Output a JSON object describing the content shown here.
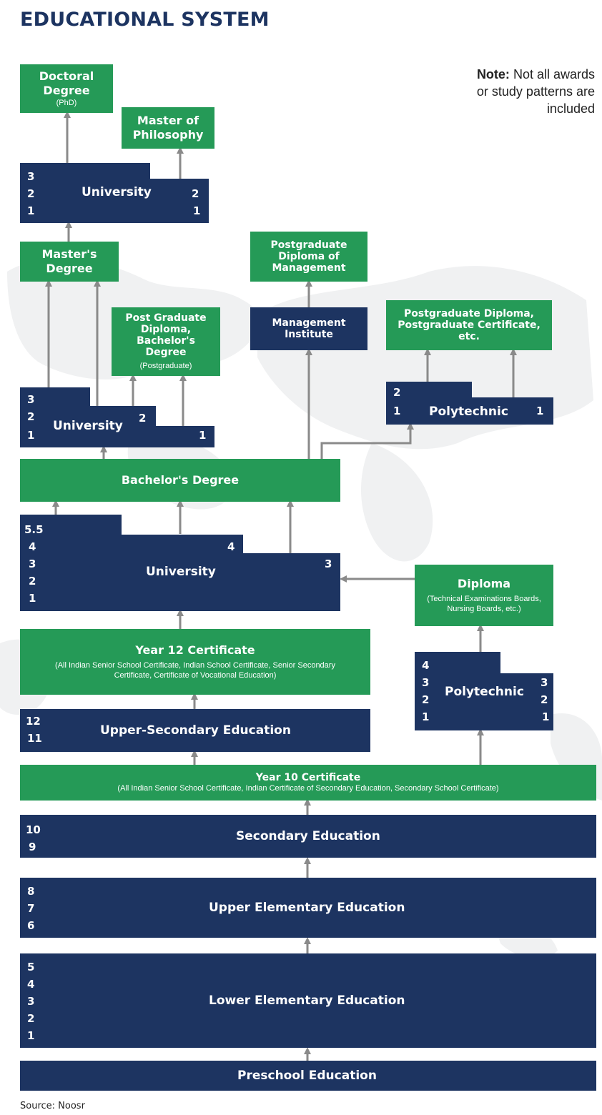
{
  "title": "EDUCATIONAL SYSTEM",
  "note": {
    "label": "Note:",
    "text": "Not all awards or study patterns are included"
  },
  "source": "Source: Noosr",
  "colors": {
    "navy": "#1d3461",
    "green": "#259a57",
    "arrow": "#8a8a8a"
  },
  "awards": {
    "doctoral": {
      "title": "Doctoral Degree",
      "sub": "(PhD)"
    },
    "mphil": {
      "title": "Master of Philosophy"
    },
    "masters": {
      "title": "Master's Degree"
    },
    "pgdm": {
      "title": "Postgraduate Diploma of Management"
    },
    "pgd_bachelor": {
      "title": "Post Graduate Diploma, Bachelor's Degree",
      "sub": "(Postgraduate)"
    },
    "pgd_poly": {
      "title": "Postgraduate Diploma, Postgraduate Certificate, etc."
    },
    "bachelor": {
      "title": "Bachelor's Degree"
    },
    "diploma": {
      "title": "Diploma",
      "sub": "(Technical Examinations Boards, Nursing Boards, etc.)"
    },
    "year12": {
      "title": "Year 12 Certificate",
      "sub": "(All Indian Senior School Certificate, Indian School Certificate, Senior Secondary Certificate, Certificate of Vocational Education)"
    },
    "year10": {
      "title": "Year 10 Certificate",
      "sub": "(All Indian Senior School Certificate, Indian Certificate of Secondary Education, Secondary School Certificate)"
    }
  },
  "institutions": {
    "management": {
      "title": "Management Institute"
    },
    "uni_top": {
      "label": "University",
      "years_left": [
        "3",
        "2",
        "1"
      ],
      "years_right": [
        "2",
        "1"
      ]
    },
    "uni_mid": {
      "label": "University",
      "years_left": [
        "3",
        "2",
        "1"
      ],
      "step_mid": "2",
      "step_right": "1"
    },
    "uni_main": {
      "label": "University",
      "years_left": [
        "5.5",
        "4",
        "3",
        "2",
        "1"
      ],
      "step_mid": "4",
      "step_right": "3"
    },
    "poly_top": {
      "label": "Polytechnic",
      "years_left": [
        "2",
        "1"
      ],
      "years_right": [
        "1"
      ]
    },
    "poly_low": {
      "label": "Polytechnic",
      "years_left": [
        "4",
        "3",
        "2",
        "1"
      ],
      "years_right": [
        "3",
        "2",
        "1"
      ]
    }
  },
  "stages": {
    "upper_secondary": {
      "label": "Upper-Secondary Education",
      "years": [
        "12",
        "11"
      ]
    },
    "secondary": {
      "label": "Secondary Education",
      "years": [
        "10",
        "9"
      ]
    },
    "upper_elementary": {
      "label": "Upper Elementary Education",
      "years": [
        "8",
        "7",
        "6"
      ]
    },
    "lower_elementary": {
      "label": "Lower Elementary Education",
      "years": [
        "5",
        "4",
        "3",
        "2",
        "1"
      ]
    },
    "preschool": {
      "label": "Preschool Education"
    }
  }
}
